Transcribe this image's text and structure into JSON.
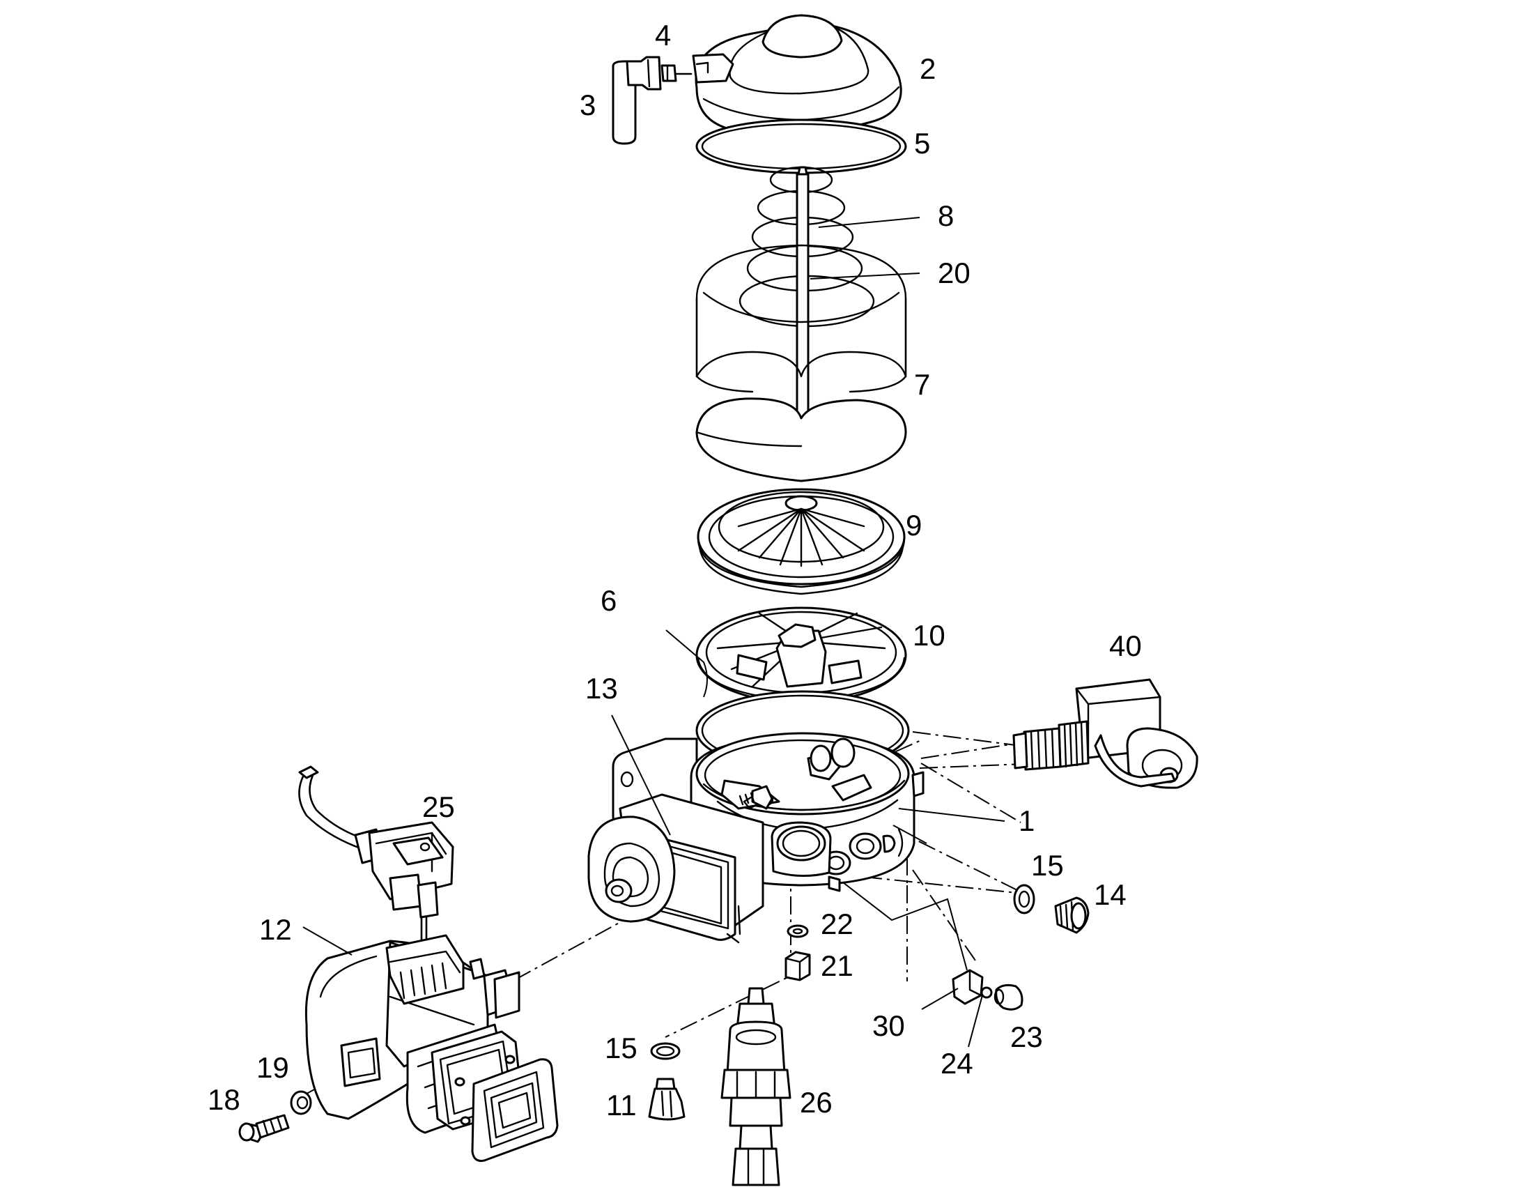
{
  "colors": {
    "ink": "#000000",
    "paper": "#ffffff"
  },
  "callouts": [
    {
      "id": "c1",
      "text": "1"
    },
    {
      "id": "c2",
      "text": "2"
    },
    {
      "id": "c3",
      "text": "3"
    },
    {
      "id": "c4",
      "text": "4"
    },
    {
      "id": "c5",
      "text": "5"
    },
    {
      "id": "c6",
      "text": "6"
    },
    {
      "id": "c7",
      "text": "7"
    },
    {
      "id": "c8",
      "text": "8"
    },
    {
      "id": "c9",
      "text": "9"
    },
    {
      "id": "c10",
      "text": "10"
    },
    {
      "id": "c11",
      "text": "11"
    },
    {
      "id": "c12",
      "text": "12"
    },
    {
      "id": "c13",
      "text": "13"
    },
    {
      "id": "c14",
      "text": "14"
    },
    {
      "id": "c15a",
      "text": "15"
    },
    {
      "id": "c15b",
      "text": "15"
    },
    {
      "id": "c18",
      "text": "18"
    },
    {
      "id": "c19",
      "text": "19"
    },
    {
      "id": "c20",
      "text": "20"
    },
    {
      "id": "c21",
      "text": "21"
    },
    {
      "id": "c22",
      "text": "22"
    },
    {
      "id": "c23",
      "text": "23"
    },
    {
      "id": "c24",
      "text": "24"
    },
    {
      "id": "c25",
      "text": "25"
    },
    {
      "id": "c26",
      "text": "26"
    },
    {
      "id": "c30",
      "text": "30"
    },
    {
      "id": "c40",
      "text": "40"
    }
  ]
}
